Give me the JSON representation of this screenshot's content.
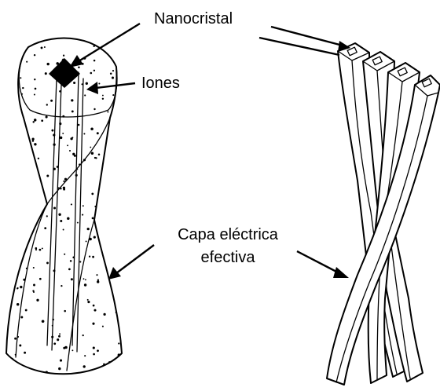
{
  "labels": {
    "nanocrystal": "Nanocristal",
    "ions": "Iones",
    "layer_line1": "Capa eléctrica",
    "layer_line2": "efectiva"
  },
  "icons": {
    "crystal": "black-square-crystal",
    "arrows": "black-arrow"
  },
  "colors": {
    "ink": "#000000",
    "background": "#ffffff"
  }
}
